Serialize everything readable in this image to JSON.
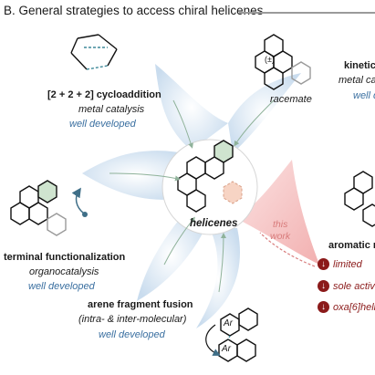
{
  "header": {
    "title": "B. General strategies to access chiral helicenes"
  },
  "center": {
    "label": "helicenes"
  },
  "strategies": {
    "cycloaddition": {
      "title": "[2 + 2 + 2] cycloaddition",
      "catalysis": "metal catalysis",
      "status": "well developed"
    },
    "kinetic": {
      "title": "kinetic",
      "catalysis": "metal ca",
      "status": "well d",
      "racemate_label": "racemate",
      "pm_label": "(±)"
    },
    "terminal": {
      "title": "terminal functionalization",
      "catalysis": "organocatalysis",
      "status": "well developed"
    },
    "fusion": {
      "title": "arene fragment fusion",
      "subtitle": "(intra- & inter-molecular)",
      "status": "well developed",
      "ar_top": "Ar",
      "ar_bottom": "Ar"
    },
    "aromatic": {
      "title": "aromatic r"
    }
  },
  "this_work": {
    "line1": "this",
    "line2": "work"
  },
  "limitations": [
    {
      "icon": "down-arrow-icon",
      "text": "limited"
    },
    {
      "icon": "down-arrow-icon",
      "text": "sole activ"
    },
    {
      "icon": "down-arrow-icon",
      "text": "oxa[6]helicen"
    }
  ],
  "colors": {
    "blue_petal": "#c9dcee",
    "pink_petal": "#f2b8b8",
    "status_blue": "#3a6fa0",
    "warn_red": "#8b1a1a"
  }
}
